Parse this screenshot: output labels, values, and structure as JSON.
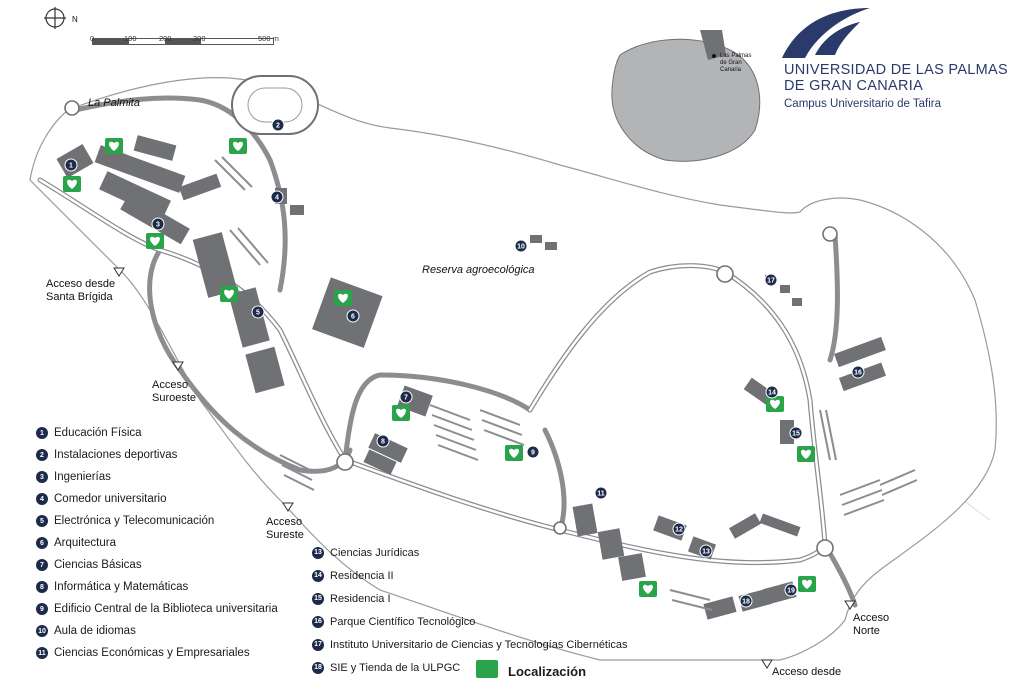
{
  "compass": {
    "north": "N"
  },
  "scale_bar": {
    "ticks": [
      "0",
      "100",
      "200",
      "300",
      "500 m"
    ]
  },
  "brand": {
    "line1": "UNIVERSIDAD DE LAS PALMAS",
    "line2": "DE GRAN CANARIA",
    "line3": "Campus Universitario de Tafira"
  },
  "locator": {
    "label": "Las Palmas de Gran Canaria"
  },
  "places": {
    "la_palmita": "La Palmita",
    "reserva": "Reserva agroecológica",
    "acceso_santa_brigida_1": "Acceso desde",
    "acceso_santa_brigida_2": "Santa Brígida",
    "acceso_suroeste_1": "Acceso",
    "acceso_suroeste_2": "Suroeste",
    "acceso_sureste_1": "Acceso",
    "acceso_sureste_2": "Sureste",
    "acceso_norte_1": "Acceso",
    "acceso_norte_2": "Norte",
    "acceso_desde_bottom": "Acceso desde"
  },
  "legend_left": [
    {
      "n": "1",
      "label": "Educación Física"
    },
    {
      "n": "2",
      "label": "Instalaciones deportivas"
    },
    {
      "n": "3",
      "label": "Ingenierías"
    },
    {
      "n": "4",
      "label": "Comedor universitario"
    },
    {
      "n": "5",
      "label": "Electrónica y Telecomunicación"
    },
    {
      "n": "6",
      "label": "Arquitectura"
    },
    {
      "n": "7",
      "label": "Ciencias Básicas"
    },
    {
      "n": "8",
      "label": "Informática y Matemáticas"
    },
    {
      "n": "9",
      "label": "Edificio Central de la Biblioteca universitaria"
    },
    {
      "n": "10",
      "label": "Aula de idiomas"
    },
    {
      "n": "11",
      "label": "Ciencias Económicas y Empresariales"
    }
  ],
  "legend_right": [
    {
      "n": "13",
      "label": "Ciencias Jurídicas"
    },
    {
      "n": "14",
      "label": "Residencia II"
    },
    {
      "n": "15",
      "label": "Residencia I"
    },
    {
      "n": "16",
      "label": "Parque Científico Tecnológico"
    },
    {
      "n": "17",
      "label": "Instituto Universitario de Ciencias y Tecnologías Cibernéticas"
    },
    {
      "n": "18",
      "label": "SIE y Tienda de la ULPGC"
    }
  ],
  "localizacion": "Localización",
  "markers": [
    {
      "n": "1"
    },
    {
      "n": "2"
    },
    {
      "n": "3"
    },
    {
      "n": "4"
    },
    {
      "n": "5"
    },
    {
      "n": "6"
    },
    {
      "n": "7"
    },
    {
      "n": "8"
    },
    {
      "n": "9"
    },
    {
      "n": "10"
    },
    {
      "n": "11"
    },
    {
      "n": "12"
    },
    {
      "n": "13"
    },
    {
      "n": "14"
    },
    {
      "n": "15"
    },
    {
      "n": "16"
    },
    {
      "n": "17"
    },
    {
      "n": "18"
    },
    {
      "n": "19"
    }
  ],
  "colors": {
    "building": "#6f7174",
    "road": "#7a7c80",
    "marker": "#1c2b4a",
    "aed": "#2aa34a",
    "brand": "#2a3a6a"
  }
}
